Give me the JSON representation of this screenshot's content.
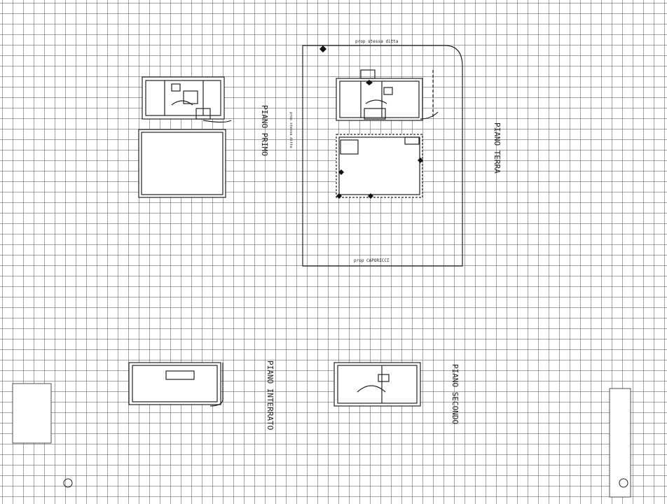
{
  "labels": {
    "piano_primo": "PIANO PRIMO",
    "piano_terra": "PIANO TERRA",
    "piano_interrato": "PIANO INTERRATO",
    "piano_secondo": "PIANO SECONDO",
    "prop_top": "prop stessa ditta",
    "prop_left": "prop stessa ditta",
    "prop_bottom": "prop CAPORICCI"
  },
  "colors": {
    "ink": "#222222",
    "grid": "#5a5a5a",
    "paper": "#ffffff"
  }
}
